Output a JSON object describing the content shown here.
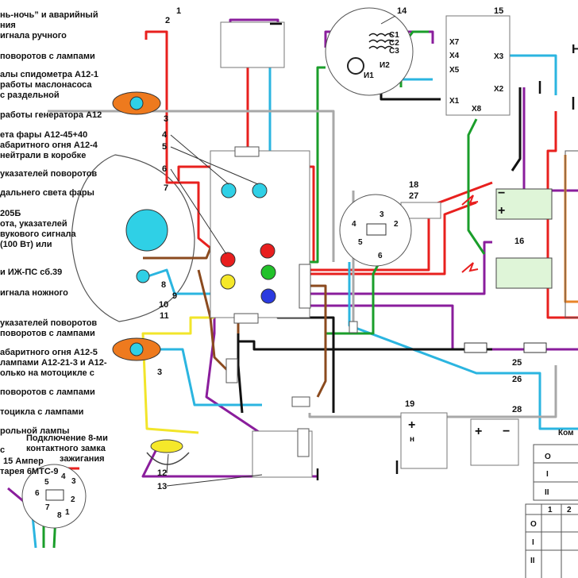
{
  "legend": [
    "нь-ночь” и аварийный",
    "ния",
    "игнала ручного",
    "поворотов с лампами",
    "алы спидометра А12-1",
    "работы маслонасоса",
    "с раздельной",
    "работы генератора А12",
    "ета фары А12-45+40",
    "абаритного огня А12-4",
    "нейтрали в коробке",
    "указателей поворотов",
    "дальнего света фары",
    "205Б",
    "ота, указателей",
    "вукового сигнала",
    "(100 Вт) или",
    "и ИЖ-ПС сб.39",
    "игнала ножного",
    "указателей поворотов",
    "поворотов с лампами",
    "абаритного огня А12-5",
    "лампами А12-21-3 и А12-",
    "олько на мотоцикле с",
    "поворотов с лампами",
    "тоцикла с лампами",
    "рольной лампы",
    "с",
    "15 Ампер",
    "тарея 6МТС-9"
  ],
  "switch_caption": [
    "Подключение 8-ми",
    "контактного замка",
    "зажигания"
  ],
  "component_numbers": [
    "1",
    "2",
    "3",
    "4",
    "5",
    "6",
    "7",
    "8",
    "9",
    "10",
    "11",
    "3",
    "12",
    "13",
    "14",
    "15",
    "16",
    "18",
    "27",
    "19",
    "25",
    "26",
    "28"
  ],
  "ignition_pins": [
    "5",
    "4",
    "3",
    "6",
    "2",
    "7",
    "1",
    "8"
  ],
  "generator_pins": [
    "С1",
    "С2",
    "С3",
    "И1",
    "И2"
  ],
  "relay_pins": [
    "Х7",
    "Х4",
    "Х5",
    "Х3",
    "Х2",
    "Х1",
    "Х8"
  ],
  "switch_pins": [
    "3",
    "2",
    "4",
    "5",
    "6"
  ],
  "plus_minus": [
    "−",
    "+",
    "+",
    "н",
    "+",
    "−"
  ],
  "table_header": "Ком",
  "table_rows": [
    "О",
    "I",
    "II"
  ],
  "table2_header": [
    "1",
    "2"
  ],
  "right_edge_letters": [
    "Н"
  ],
  "wire_colors": {
    "red": "#e8201e",
    "purple": "#8a1d9c",
    "cyan": "#2bb5e0",
    "yellow": "#f2e52a",
    "green": "#1a9e2a",
    "black": "#111111",
    "brown": "#8b4a1e",
    "gray": "#a8a8a8",
    "orange": "#e8842a"
  },
  "lamp_colors": {
    "red_lamp": "#e81e1e",
    "cyan_lamp": "#2fd0e6",
    "yellow_lamp": "#f5e82a",
    "green_lamp": "#22c22a",
    "blue_lamp": "#2a3ae0",
    "orange_lamp": "#ee7a1e",
    "relay_fill": "#dff5d8"
  }
}
